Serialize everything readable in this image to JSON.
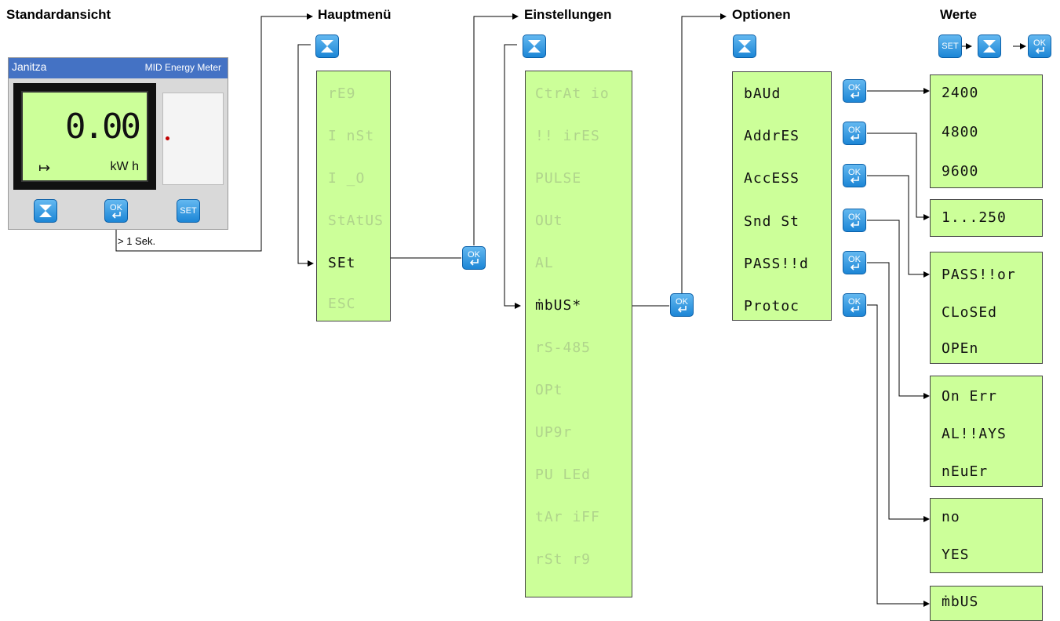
{
  "headings": {
    "standard": "Standardansicht",
    "main": "Hauptmenü",
    "settings": "Einstellungen",
    "options": "Optionen",
    "values": "Werte"
  },
  "device": {
    "brand": "Janitza",
    "model": "MID Energy Meter",
    "value": "0.00",
    "unit": "kW  h",
    "arrow": "↦",
    "hold_label": "> 1 Sek."
  },
  "buttons": {
    "ok": "OK",
    "set": "SET"
  },
  "main_menu": [
    {
      "label": "rE9",
      "active": false
    },
    {
      "label": "I nSt",
      "active": false
    },
    {
      "label": "I _O",
      "active": false
    },
    {
      "label": "StAtUS",
      "active": false
    },
    {
      "label": "SEt",
      "active": true
    },
    {
      "label": "ESC",
      "active": false
    }
  ],
  "settings_menu": [
    {
      "label": "CtrAt io",
      "active": false
    },
    {
      "label": "!! irES",
      "active": false
    },
    {
      "label": "PULSE",
      "active": false
    },
    {
      "label": "OUt",
      "active": false
    },
    {
      "label": "AL",
      "active": false
    },
    {
      "label": "ṁbUS*",
      "active": true
    },
    {
      "label": "rS-485",
      "active": false
    },
    {
      "label": "OPt",
      "active": false
    },
    {
      "label": "UP9r",
      "active": false
    },
    {
      "label": "PU LEd",
      "active": false
    },
    {
      "label": "tAr iFF",
      "active": false
    },
    {
      "label": "rSt r9",
      "active": false
    }
  ],
  "options_menu": [
    {
      "label": "bAUd"
    },
    {
      "label": "AddrES"
    },
    {
      "label": "AccESS"
    },
    {
      "label": "Snd St"
    },
    {
      "label": "PASS!!d"
    },
    {
      "label": "Protoc"
    }
  ],
  "values": {
    "baud": [
      "2400",
      "4800",
      "9600"
    ],
    "address": [
      "1...250"
    ],
    "access": [
      "PASS!!or",
      "CLoSEd",
      "OPEn"
    ],
    "send_status": [
      "On Err",
      "AL!!AYS",
      "nEuEr"
    ],
    "password": [
      "no",
      "YES"
    ],
    "protocol": [
      "ṁbUS"
    ]
  }
}
